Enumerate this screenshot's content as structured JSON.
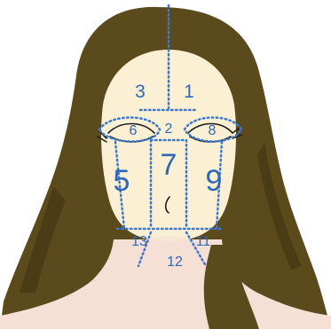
{
  "colors": {
    "hair": "#5b4a1c",
    "hair_shadow": "#3f3211",
    "skin": "#fbf0d3",
    "neck_shirt": "#f6dfd5",
    "zone_lines": "#3d78d0",
    "zone_numbers": "#2f68b8",
    "feature_lines": "#1e1e1e"
  },
  "zones": [
    {
      "id": "zone-1",
      "label": "1"
    },
    {
      "id": "zone-2",
      "label": "2"
    },
    {
      "id": "zone-3",
      "label": "3"
    },
    {
      "id": "zone-5",
      "label": "5"
    },
    {
      "id": "zone-6",
      "label": "6"
    },
    {
      "id": "zone-7",
      "label": "7"
    },
    {
      "id": "zone-8",
      "label": "8"
    },
    {
      "id": "zone-9",
      "label": "9"
    },
    {
      "id": "zone-11",
      "label": "11"
    },
    {
      "id": "zone-12",
      "label": "12"
    },
    {
      "id": "zone-13",
      "label": "13"
    }
  ]
}
